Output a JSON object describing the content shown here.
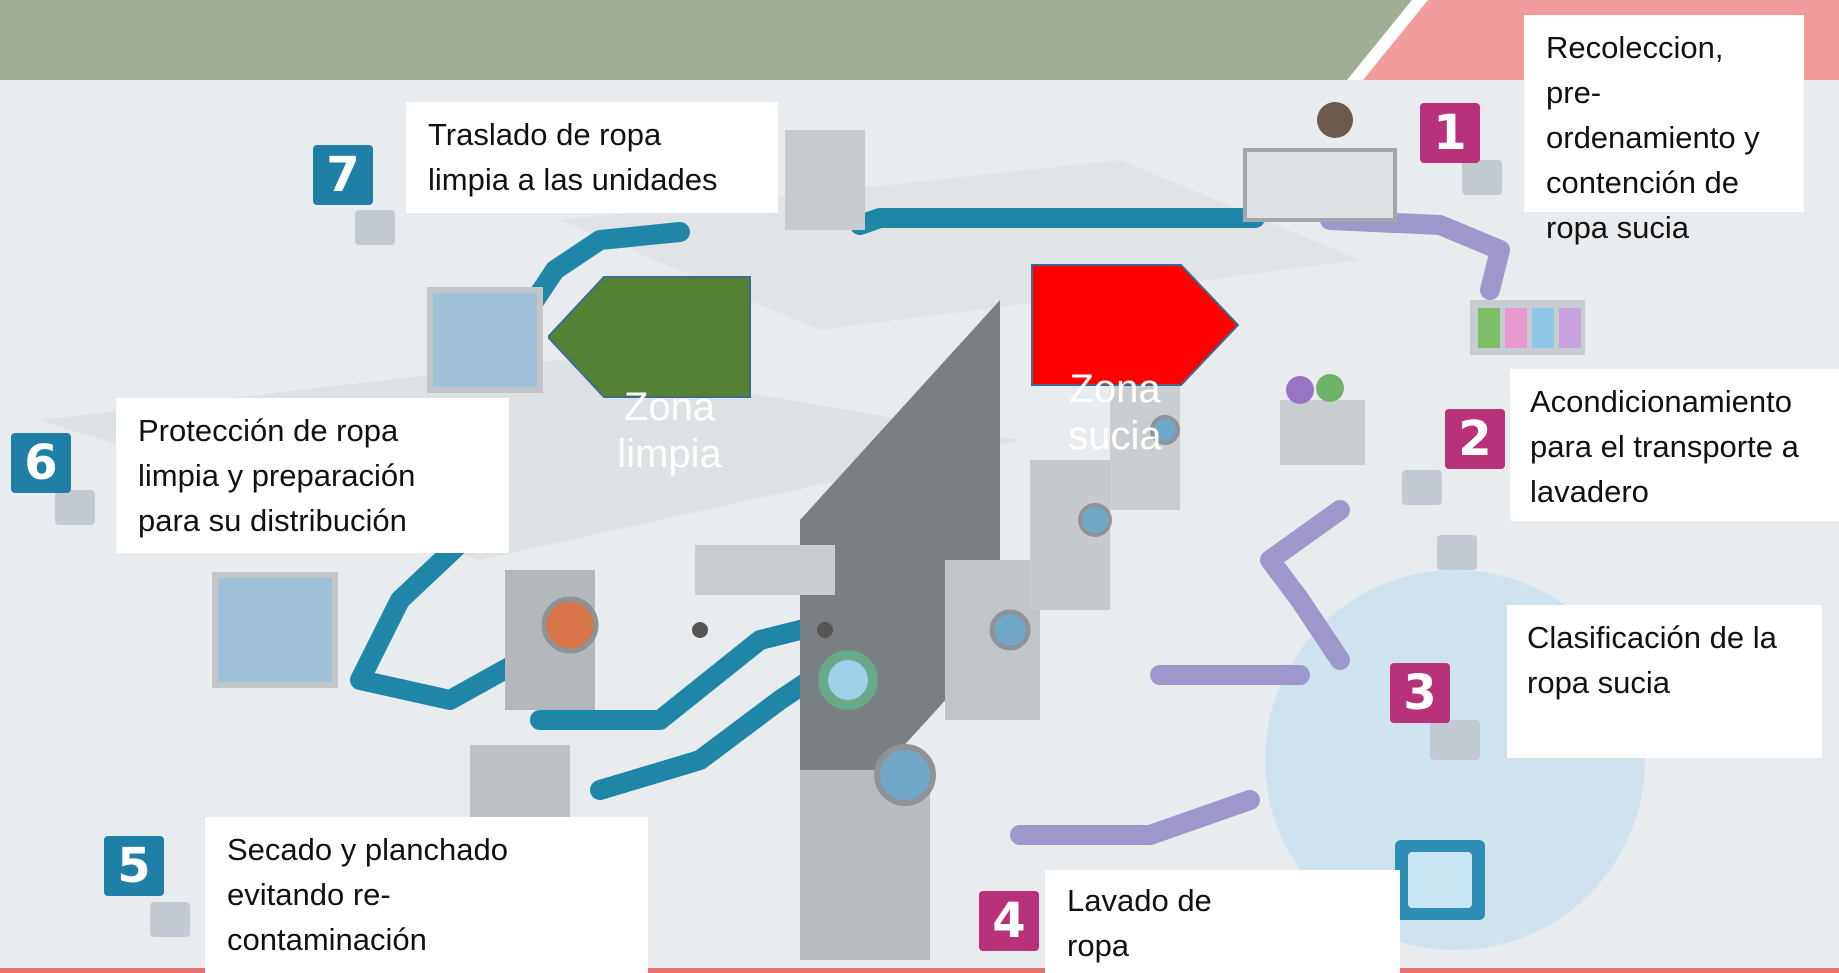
{
  "colors": {
    "header_band": "#a1ae94",
    "header_accent": "#f39c9c",
    "clean_path": "#1f86a8",
    "dirty_path": "#9e98cc",
    "clean_zone": "#548235",
    "dirty_zone": "#ff0000",
    "step_badge_dirty": "#b8327a",
    "step_badge_clean": "#1f7fa6"
  },
  "zones": {
    "clean": {
      "label": "Zona\nlimpia",
      "direction": "left"
    },
    "dirty": {
      "label": "Zona\nsucia",
      "direction": "right"
    }
  },
  "steps": [
    {
      "number": "1",
      "text": "Recoleccion, pre-\nordenamiento y\ncontención de\nropa sucia",
      "icon": "recycle-icon"
    },
    {
      "number": "2",
      "text": "Acondicionamiento\npara el transporte a\nlavadero",
      "icon": "box-icon"
    },
    {
      "number": "3",
      "text": "Clasificación de la\nropa sucia",
      "icon": "scissors-icon"
    },
    {
      "number": "4",
      "text": "Lavado de\n ropa",
      "icon": "washer-icon"
    },
    {
      "number": "5",
      "text": "Secado y planchado\nevitando re-\ncontaminación",
      "icon": "steam-icon"
    },
    {
      "number": "6",
      "text": "Protección de ropa\nlimpia y preparación\npara su distribución",
      "icon": "box-icon"
    },
    {
      "number": "7",
      "text": "Traslado de ropa\nlimpia a las unidades",
      "icon": "cart-icon"
    }
  ]
}
